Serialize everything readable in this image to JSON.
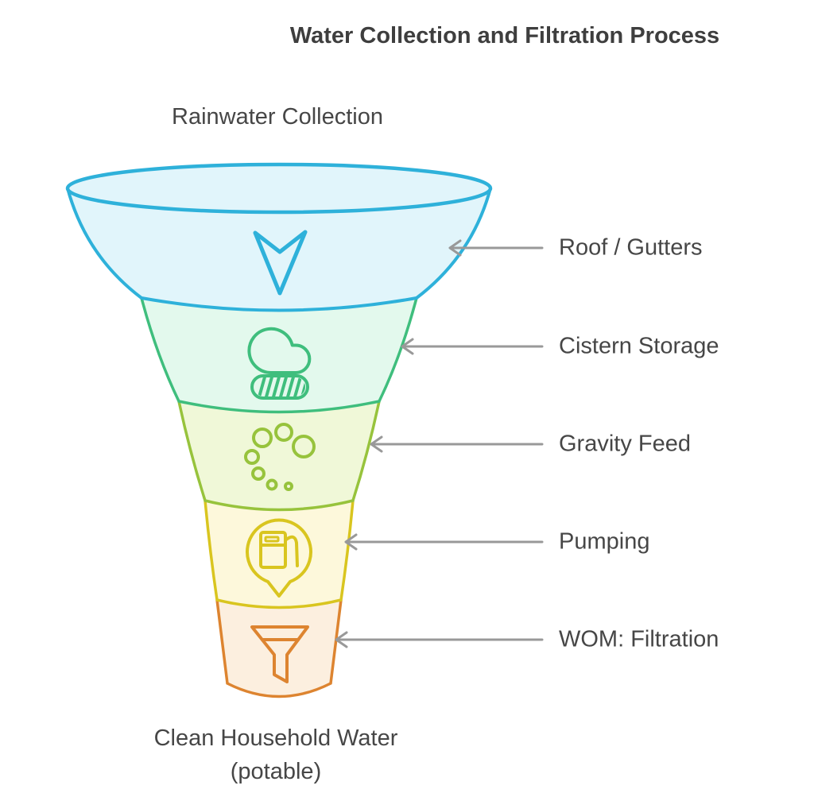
{
  "title": "Water Collection and Filtration Process",
  "funnel": {
    "top_label": "Rainwater Collection",
    "bottom_label_line1": "Clean Household Water",
    "bottom_label_line2": "(potable)",
    "stages": [
      {
        "label": "Roof / Gutters",
        "icon": "arrow-down-icon",
        "stroke": "#2eb1da",
        "fill": "#e1f5fb"
      },
      {
        "label": "Cistern Storage",
        "icon": "rain-cloud-icon",
        "stroke": "#3fbe7d",
        "fill": "#e3f9ed"
      },
      {
        "label": "Gravity Feed",
        "icon": "spinner-dots-icon",
        "stroke": "#97c33c",
        "fill": "#f0f8d8"
      },
      {
        "label": "Pumping",
        "icon": "fuel-pump-pin-icon",
        "stroke": "#d9c51f",
        "fill": "#fdf8db"
      },
      {
        "label": "WOM: Filtration",
        "icon": "filter-funnel-icon",
        "stroke": "#dd8430",
        "fill": "#fcefdf"
      }
    ]
  },
  "theme": {
    "background": "#ffffff",
    "title_color": "#3e3e3e",
    "label_color": "#464646",
    "arrow_color": "#999999"
  }
}
